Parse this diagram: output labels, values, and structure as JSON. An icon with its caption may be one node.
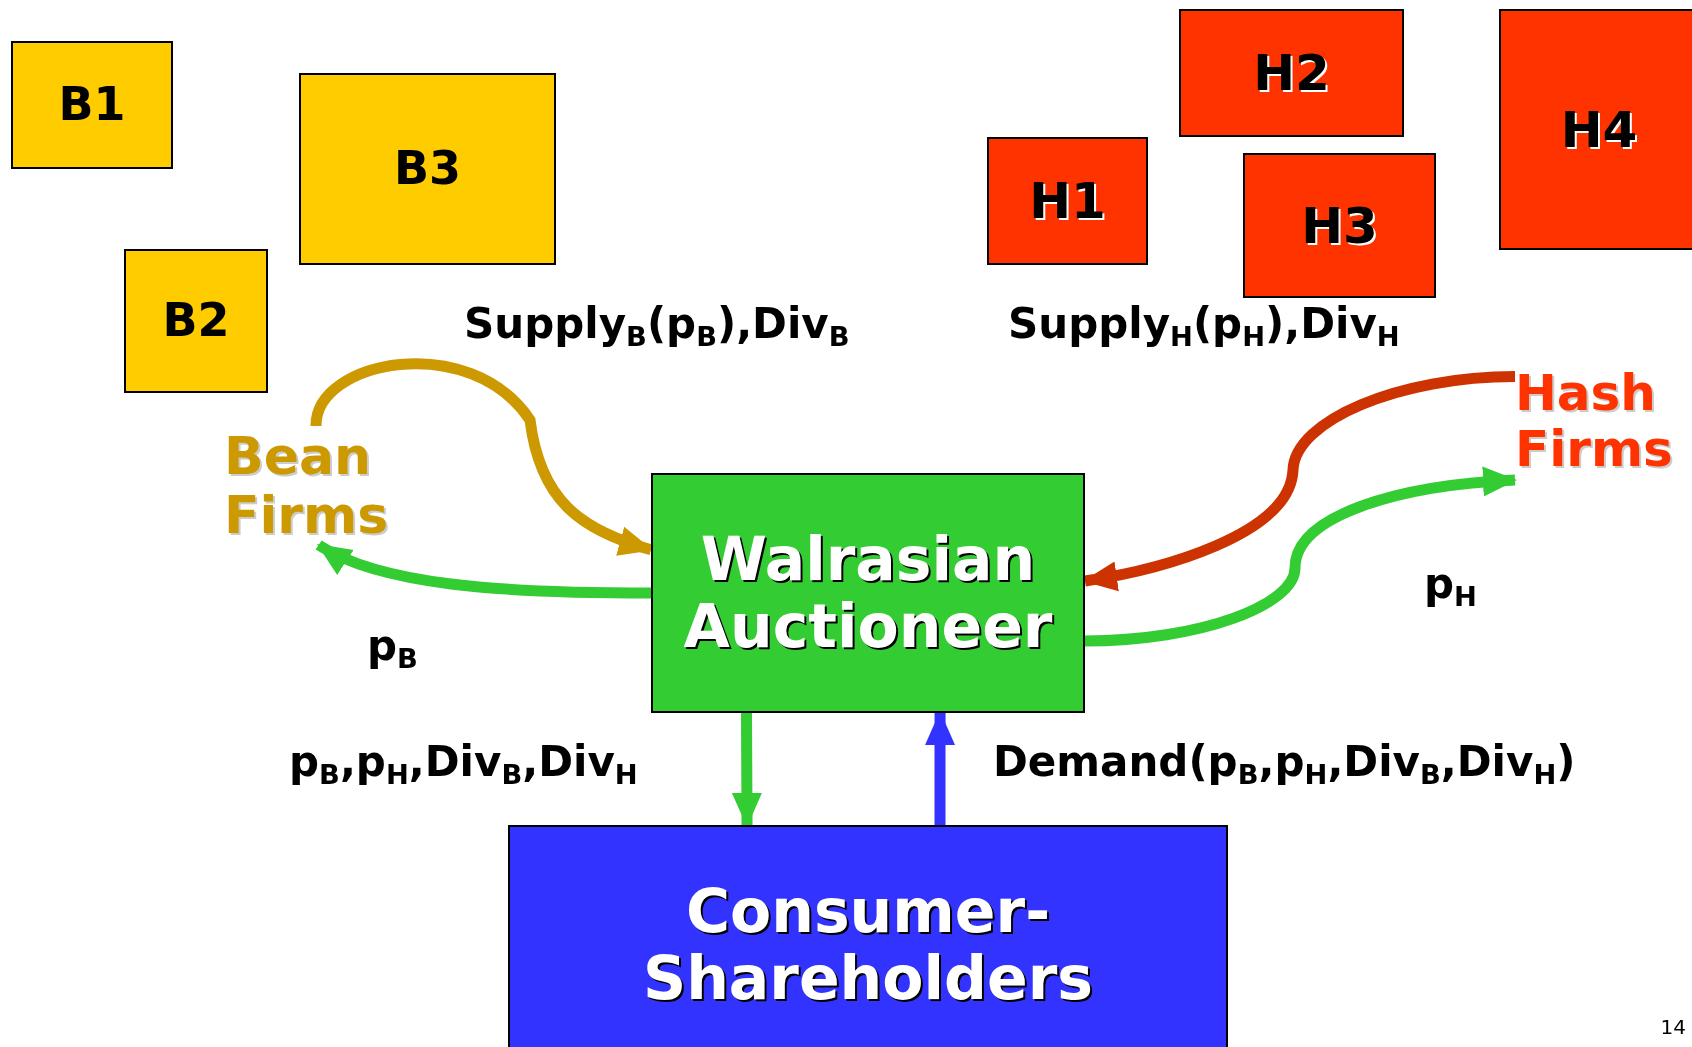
{
  "diagram": {
    "nodes": [
      {
        "text": [
          "B1"
        ]
      },
      {
        "text": [
          "B3"
        ]
      },
      {
        "text": [
          "B2"
        ]
      },
      {
        "text": [
          "H1"
        ]
      },
      {
        "text": [
          "H2"
        ]
      },
      {
        "text": [
          "H3"
        ]
      },
      {
        "text": [
          "H4"
        ]
      },
      {
        "text": [
          "Bean Firms"
        ]
      },
      {
        "text": [
          "Hash Firms"
        ]
      },
      {
        "text": [
          "Walrasian Auctioneer"
        ]
      },
      {
        "text": [
          "Consumer- Shareholders"
        ]
      }
    ],
    "edges": [
      {
        "from": 7,
        "to": 9,
        "arrow": "to",
        "label": "Supply$_{B}$(p$_{B}$),Div$_{B}$",
        "color": "#cc9900"
      },
      {
        "from": 9,
        "to": 7,
        "arrow": "to",
        "label": "p$_{B}$"
      },
      {
        "from": 8,
        "to": 9,
        "arrow": "to",
        "label": "Supply$_{H}$(p$_{H}$),Div$_{H}$",
        "color": "#cc3300"
      },
      {
        "from": 9,
        "to": 8,
        "arrow": "to",
        "label": "p$_{H}$"
      },
      {
        "from": 9,
        "to": 10,
        "arrow": "to",
        "label": "p$_{B}$,p$_{H}$,Div$_{B}$,Div$_{H}$"
      },
      {
        "from": 10,
        "to": 9,
        "arrow": "to",
        "label": "Demand(p$_{B}$,p$_{H}$,Div$_{B}$,Div$_{H}$)",
        "color": "#3333ff"
      }
    ],
    "labels": [
      "14"
    ]
  }
}
